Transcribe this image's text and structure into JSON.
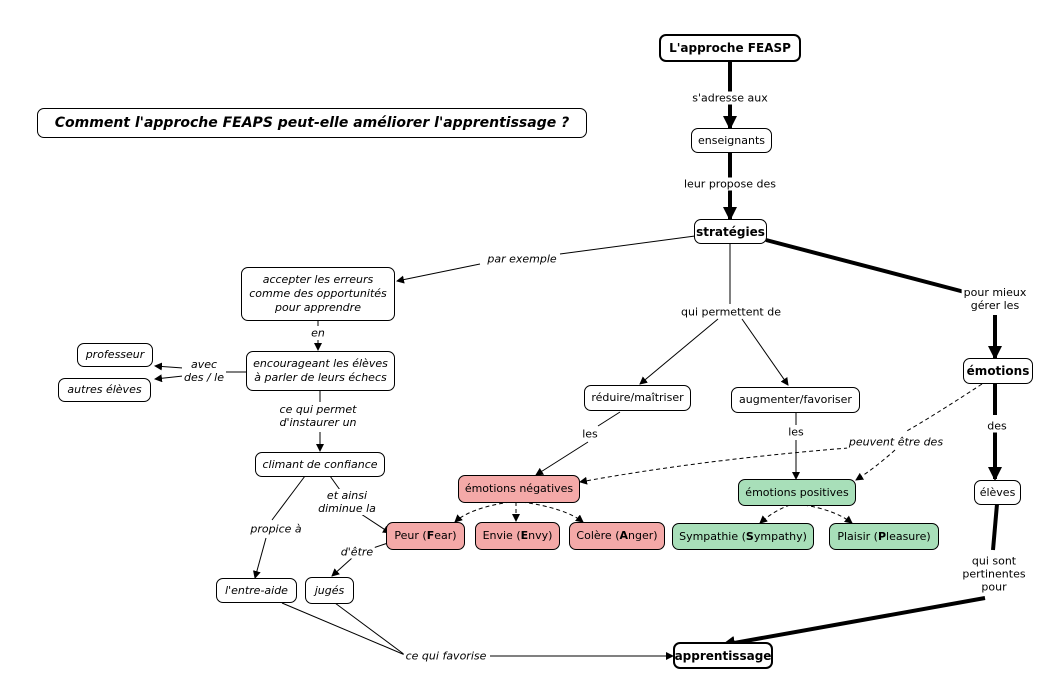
{
  "question": "Comment l'approche FEAPS peut-elle améliorer l'apprentissage  ?",
  "nodes": {
    "feasp": "L'approche FEASP",
    "enseignants": "enseignants",
    "strategies": "stratégies",
    "accepter": [
      "accepter les erreurs",
      "comme des opportunités",
      "pour apprendre"
    ],
    "encourageant": [
      "encourageant les élèves",
      "à parler de leurs échecs"
    ],
    "professeur": "professeur",
    "autres_eleves": "autres élèves",
    "climant": "climant de confiance",
    "entraide": "l'entre-aide",
    "juges": "jugés",
    "reduire": "réduire/maîtriser",
    "augmenter": "augmenter/favoriser",
    "emotions": "émotions",
    "eleves": "élèves",
    "emotions_negatives": "émotions négatives",
    "emotions_positives": "émotions positives",
    "peur": {
      "pre": "Peur (",
      "key": "F",
      "post": "ear)"
    },
    "envie": {
      "pre": "Envie (",
      "key": "E",
      "post": "nvy)"
    },
    "colere": {
      "pre": "Colère (",
      "key": "A",
      "post": "nger)"
    },
    "sympathie": {
      "pre": "Sympathie (",
      "key": "S",
      "post": "ympathy)"
    },
    "plaisir": {
      "pre": "Plaisir (",
      "key": "P",
      "post": "leasure)"
    },
    "apprentissage": "apprentissage"
  },
  "links": {
    "sadresse": "s'adresse aux",
    "leur_propose": "leur propose des",
    "par_exemple": "par exemple",
    "qui_permettent": "qui permettent de",
    "pour_mieux": [
      "pour mieux",
      "gérer les"
    ],
    "en": "en",
    "avec": [
      "avec",
      "des / le"
    ],
    "ce_qui_permet": [
      "ce qui permet",
      "d'instaurer un"
    ],
    "les1": "les",
    "les2": "les",
    "peuvent": "peuvent être des",
    "des": "des",
    "propice": "propice à",
    "et_ainsi": [
      "et ainsi",
      "diminue la"
    ],
    "detre": "d'être",
    "qui_sont": [
      "qui sont",
      "pertinentes",
      "pour"
    ],
    "ce_qui_favorise": "ce qui favorise"
  }
}
